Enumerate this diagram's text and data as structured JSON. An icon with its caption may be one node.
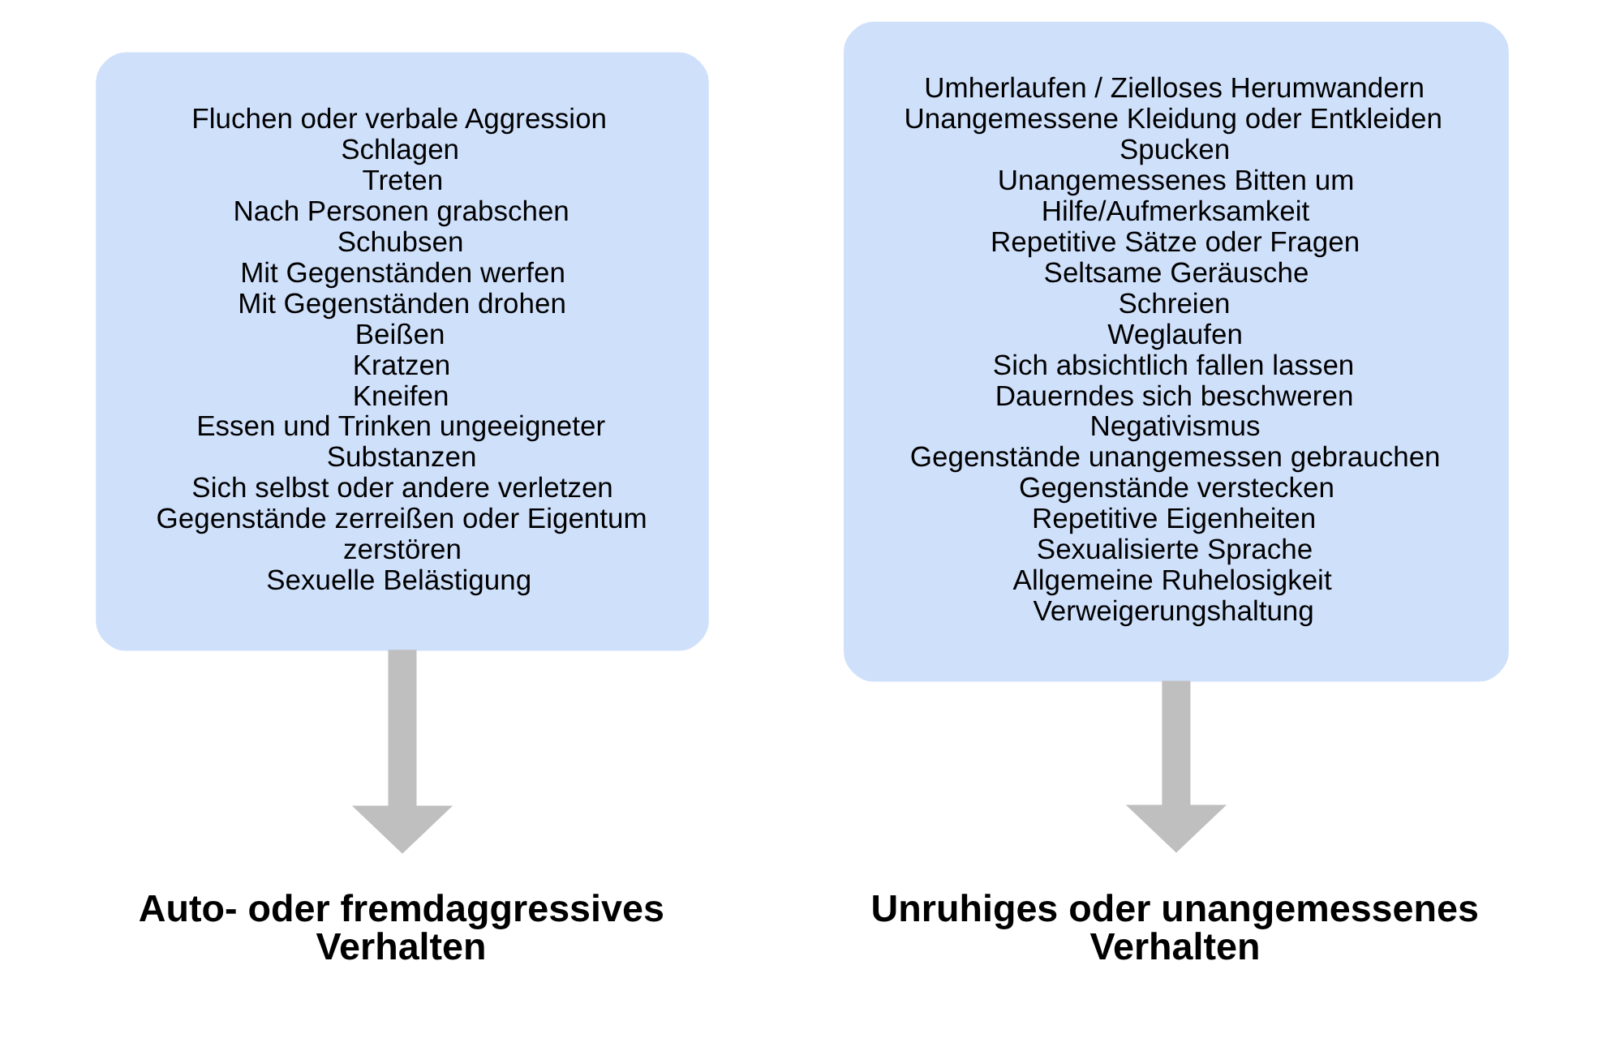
{
  "diagram": {
    "nodes": [
      {
        "text": [
          "Fluchen oder verbale Aggression",
          "Schlagen",
          "Treten",
          "Nach Personen grabschen",
          "Schubsen",
          "Mit Gegenständen werfen",
          "Mit Gegenständen drohen",
          "Beißen",
          "Kratzen",
          "Kneifen",
          "Essen und Trinken ungeeigneter Substanzen",
          "Sich selbst oder andere verletzen",
          "Gegenstände zerreißen oder Eigentum zerstören",
          "Sexuelle Belästigung"
        ]
      },
      {
        "text": [
          "Umherlaufen / Zielloses Herumwandern",
          "Unangemessene Kleidung oder Entkleiden",
          "Spucken",
          "Unangemessenes Bitten um Hilfe/Aufmerksamkeit",
          "Repetitive Sätze oder Fragen",
          "Seltsame Geräusche",
          "Schreien",
          "Weglaufen",
          "Sich absichtlich fallen lassen",
          "Dauerndes sich beschweren",
          "Negativismus",
          "Gegenstände unangemessen gebrauchen",
          "Gegenstände verstecken",
          "Repetitive Eigenheiten",
          "Sexualisierte Sprache",
          "Allgemeine Ruhelosigkeit",
          "Verweigerungshaltung"
        ]
      },
      {
        "text": [
          "Auto- oder fremdaggressives Verhalten"
        ]
      },
      {
        "text": [
          "Unruhiges oder unangemessenes Verhalten"
        ]
      }
    ],
    "edges": [
      {
        "from": 0,
        "to": 2,
        "arrow": "to"
      },
      {
        "from": 1,
        "to": 3,
        "arrow": "to"
      }
    ]
  }
}
